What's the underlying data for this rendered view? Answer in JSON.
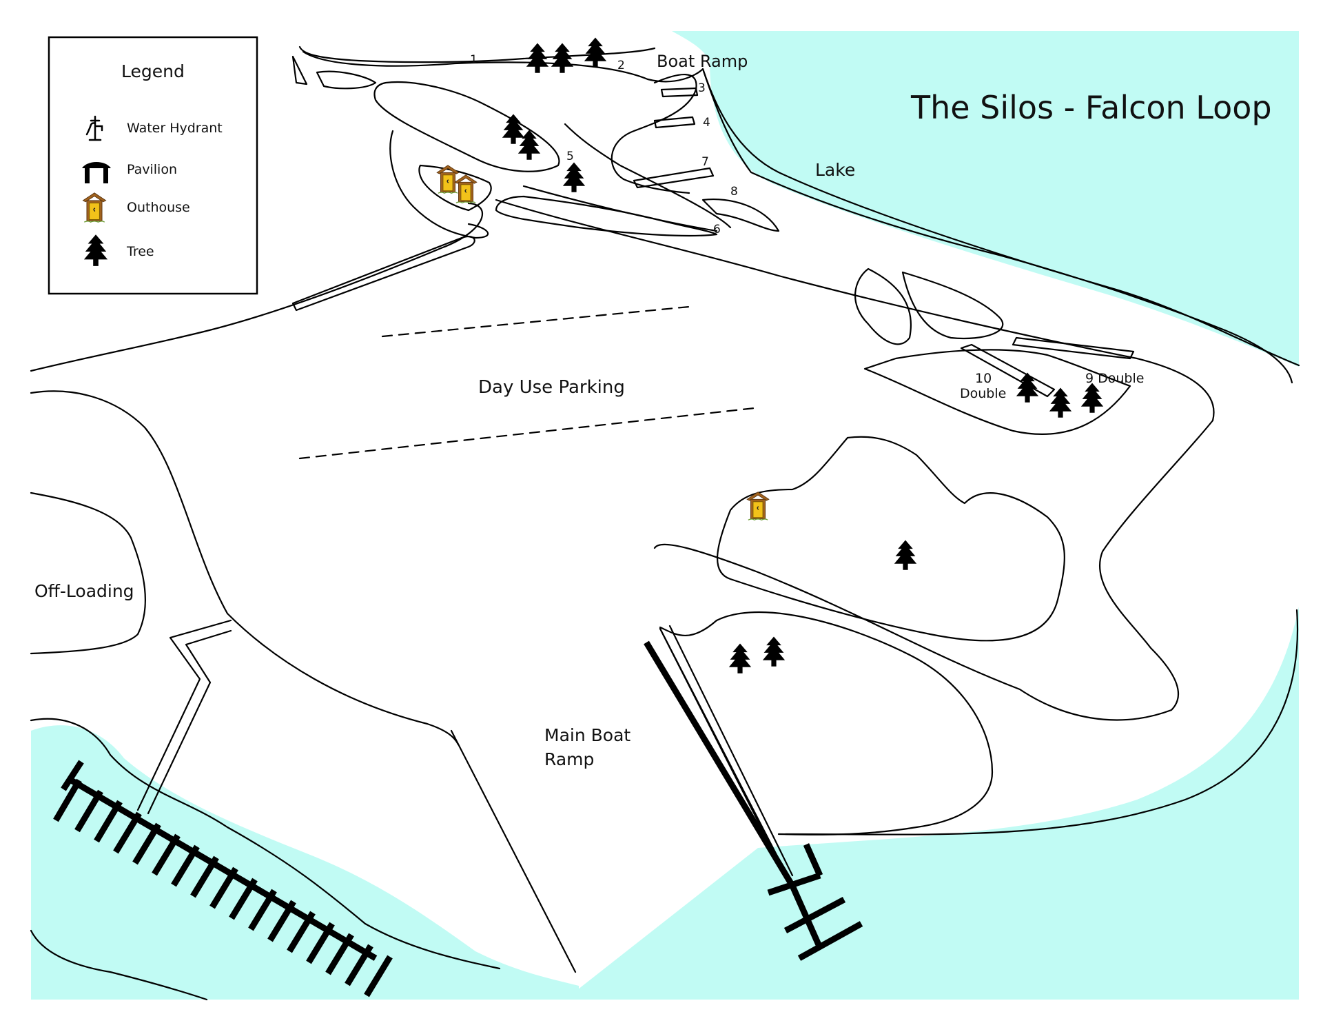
{
  "title": "The Silos - Falcon Loop",
  "legend": {
    "heading": "Legend",
    "items": [
      {
        "icon": "water-hydrant-icon",
        "label": "Water Hydrant"
      },
      {
        "icon": "pavilion-icon",
        "label": "Pavilion"
      },
      {
        "icon": "outhouse-icon",
        "label": "Outhouse"
      },
      {
        "icon": "tree-icon",
        "label": "Tree"
      }
    ]
  },
  "areas": {
    "boat_ramp": "Boat Ramp",
    "lake": "Lake",
    "day_use_parking": "Day Use Parking",
    "off_loading": "Off-Loading",
    "main_boat_ramp_line1": "Main Boat",
    "main_boat_ramp_line2": "Ramp"
  },
  "sites": {
    "s1": "1",
    "s2": "2",
    "s3": "3",
    "s4": "4",
    "s5": "5",
    "s6": "6",
    "s7": "7",
    "s8": "8",
    "s9": "9 Double",
    "s10_line1": "10",
    "s10_line2": "Double"
  },
  "colors": {
    "water": "#c1fbf4",
    "ink": "#000000",
    "outhouse_roof": "#a0621e",
    "outhouse_body": "#f2c21a"
  }
}
